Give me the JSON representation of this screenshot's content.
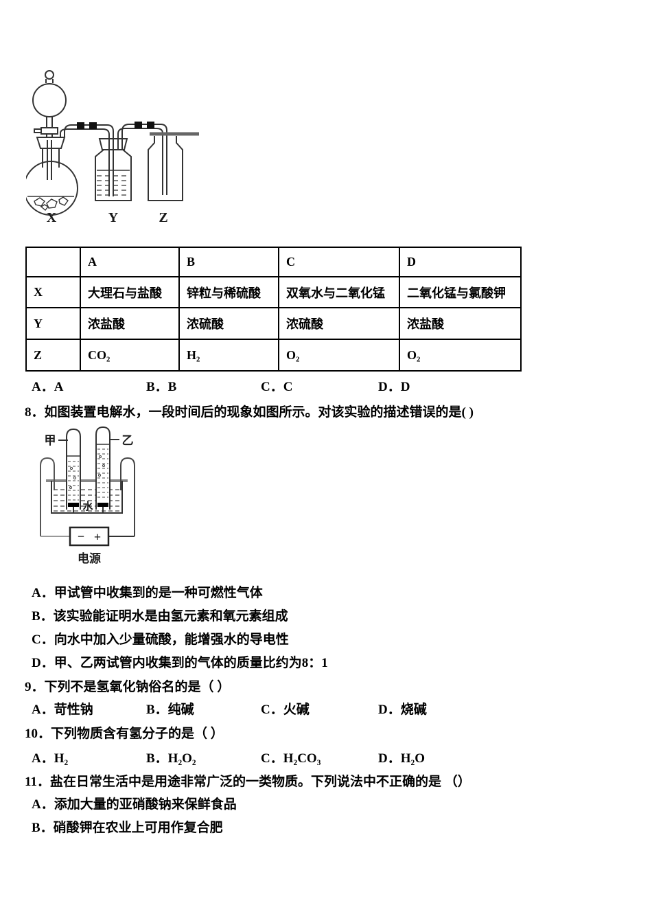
{
  "apparatus": {
    "label_x": "X",
    "label_y": "Y",
    "label_z": "Z"
  },
  "q7": {
    "options": {
      "a": "A．A",
      "b": "B．B",
      "c": "C．C",
      "d": "D．D"
    },
    "table": {
      "headers": {
        "blank": "",
        "a": "A",
        "b": "B",
        "c": "C",
        "d": "D"
      },
      "row_x": {
        "label": "X",
        "a": "大理石与盐酸",
        "b": "锌粒与稀硫酸",
        "c": "双氧水与二氧化锰",
        "d": "二氧化锰与氯酸钾"
      },
      "row_y": {
        "label": "Y",
        "a": "浓盐酸",
        "b": "浓硫酸",
        "c": "浓硫酸",
        "d": "浓盐酸"
      },
      "row_z": {
        "label": "Z",
        "a": "CO₂",
        "b": "H₂",
        "c": "O₂",
        "d": "O₂"
      }
    }
  },
  "q8": {
    "text": "8．如图装置电解水，一段时间后的现象如图所示。对该实验的描述错误的是( )",
    "diagram": {
      "tube_left": "甲",
      "tube_right": "乙",
      "water": "水",
      "minus": "−",
      "plus": "+",
      "power": "电源"
    },
    "options": {
      "a": "A．甲试管中收集到的是一种可燃性气体",
      "b": "B．该实验能证明水是由氢元素和氧元素组成",
      "c": "C．向水中加入少量硫酸，能增强水的导电性",
      "d": "D．甲、乙两试管内收集到的气体的质量比约为8：1"
    }
  },
  "q9": {
    "text": "9．下列不是氢氧化钠俗名的是（ ）",
    "options": {
      "a": "A．苛性钠",
      "b": "B．纯碱",
      "c": "C．火碱",
      "d": "D．烧碱"
    }
  },
  "q10": {
    "text": "10．下列物质含有氢分子的是（ ）",
    "options": {
      "a": "A．H₂",
      "b": "B．H₂O₂",
      "c": "C．H₂CO₃",
      "d": "D．H₂O"
    }
  },
  "q11": {
    "text": "11．盐在日常生活中是用途非常广泛的一类物质。下列说法中不正确的是 （）",
    "options": {
      "a": "A．添加大量的亚硝酸钠来保鲜食品",
      "b": "B．硝酸钾在农业上可用作复合肥"
    }
  }
}
